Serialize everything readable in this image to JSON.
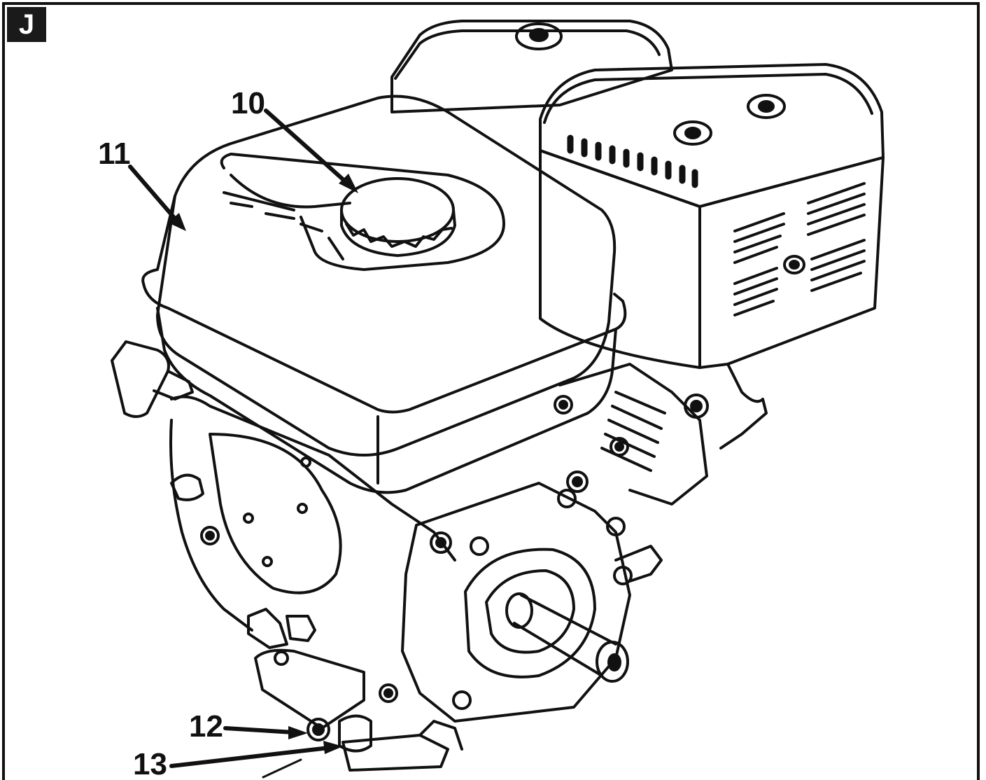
{
  "panel": {
    "label": "J"
  },
  "callouts": {
    "c10": "10",
    "c11": "11",
    "c12": "12",
    "c13": "13"
  },
  "colors": {
    "ink": "#111111",
    "paper": "#ffffff"
  }
}
